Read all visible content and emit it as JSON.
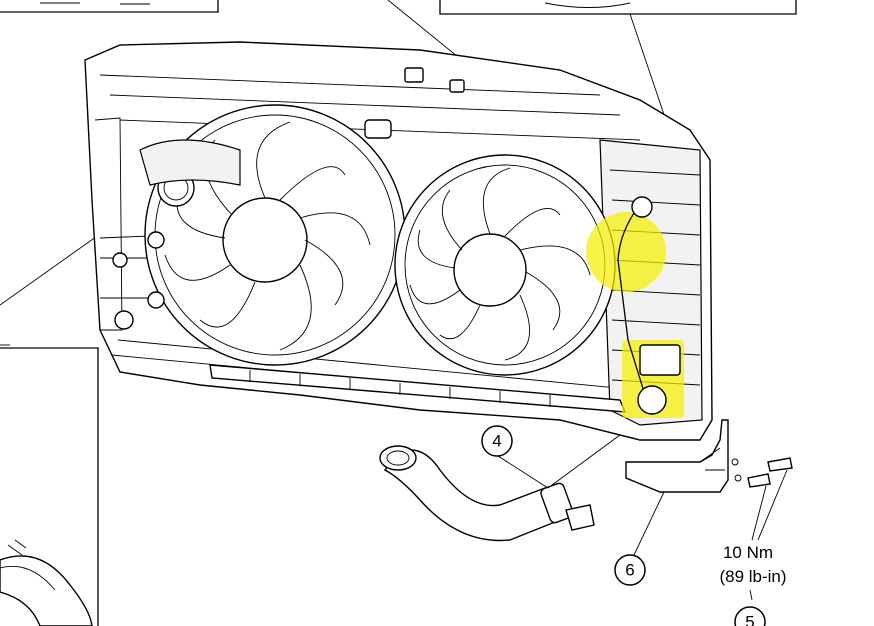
{
  "callouts": {
    "c4": "4",
    "c5": "5",
    "c6": "6"
  },
  "torque": {
    "line1": "10 Nm",
    "line2": "(89 lb-in)"
  },
  "colors": {
    "line": "#000000",
    "highlight": "#f5f000",
    "background": "#ffffff"
  }
}
